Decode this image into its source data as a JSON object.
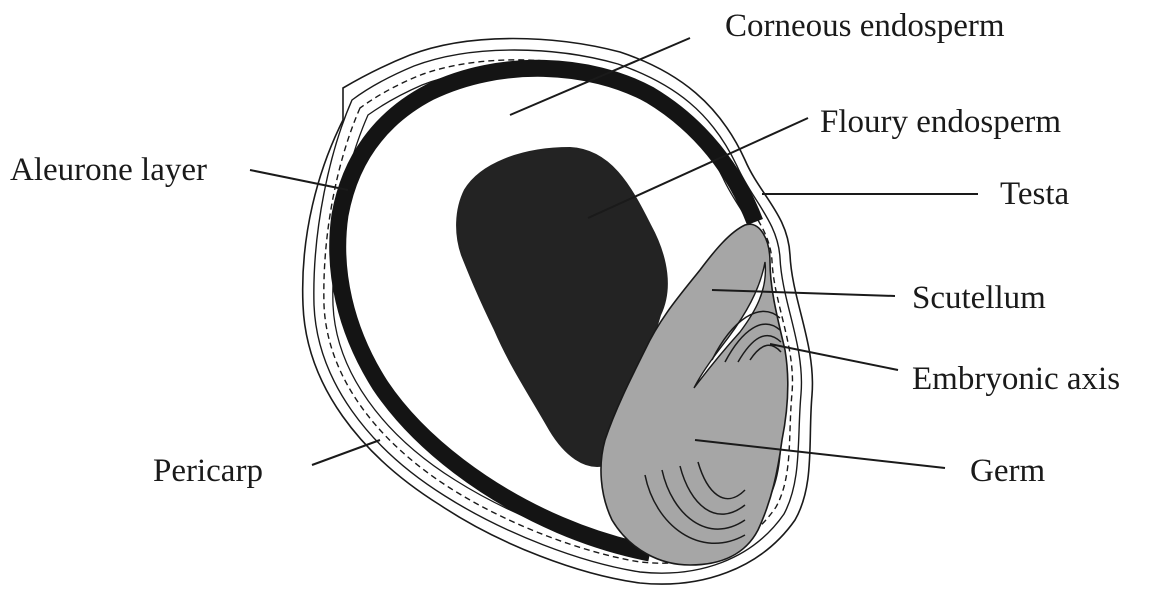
{
  "labels": {
    "corneous_endosperm": "Corneous endosperm",
    "floury_endosperm": "Floury endosperm",
    "testa": "Testa",
    "aleurone_layer": "Aleurone layer",
    "scutellum": "Scutellum",
    "embryonic_axis": "Embryonic axis",
    "pericarp": "Pericarp",
    "germ": "Germ"
  },
  "colors": {
    "outline": "#1a1a1a",
    "aleurone": "#141414",
    "floury_endosperm": "#232323",
    "germ": "#a6a6a6",
    "background": "#ffffff"
  }
}
